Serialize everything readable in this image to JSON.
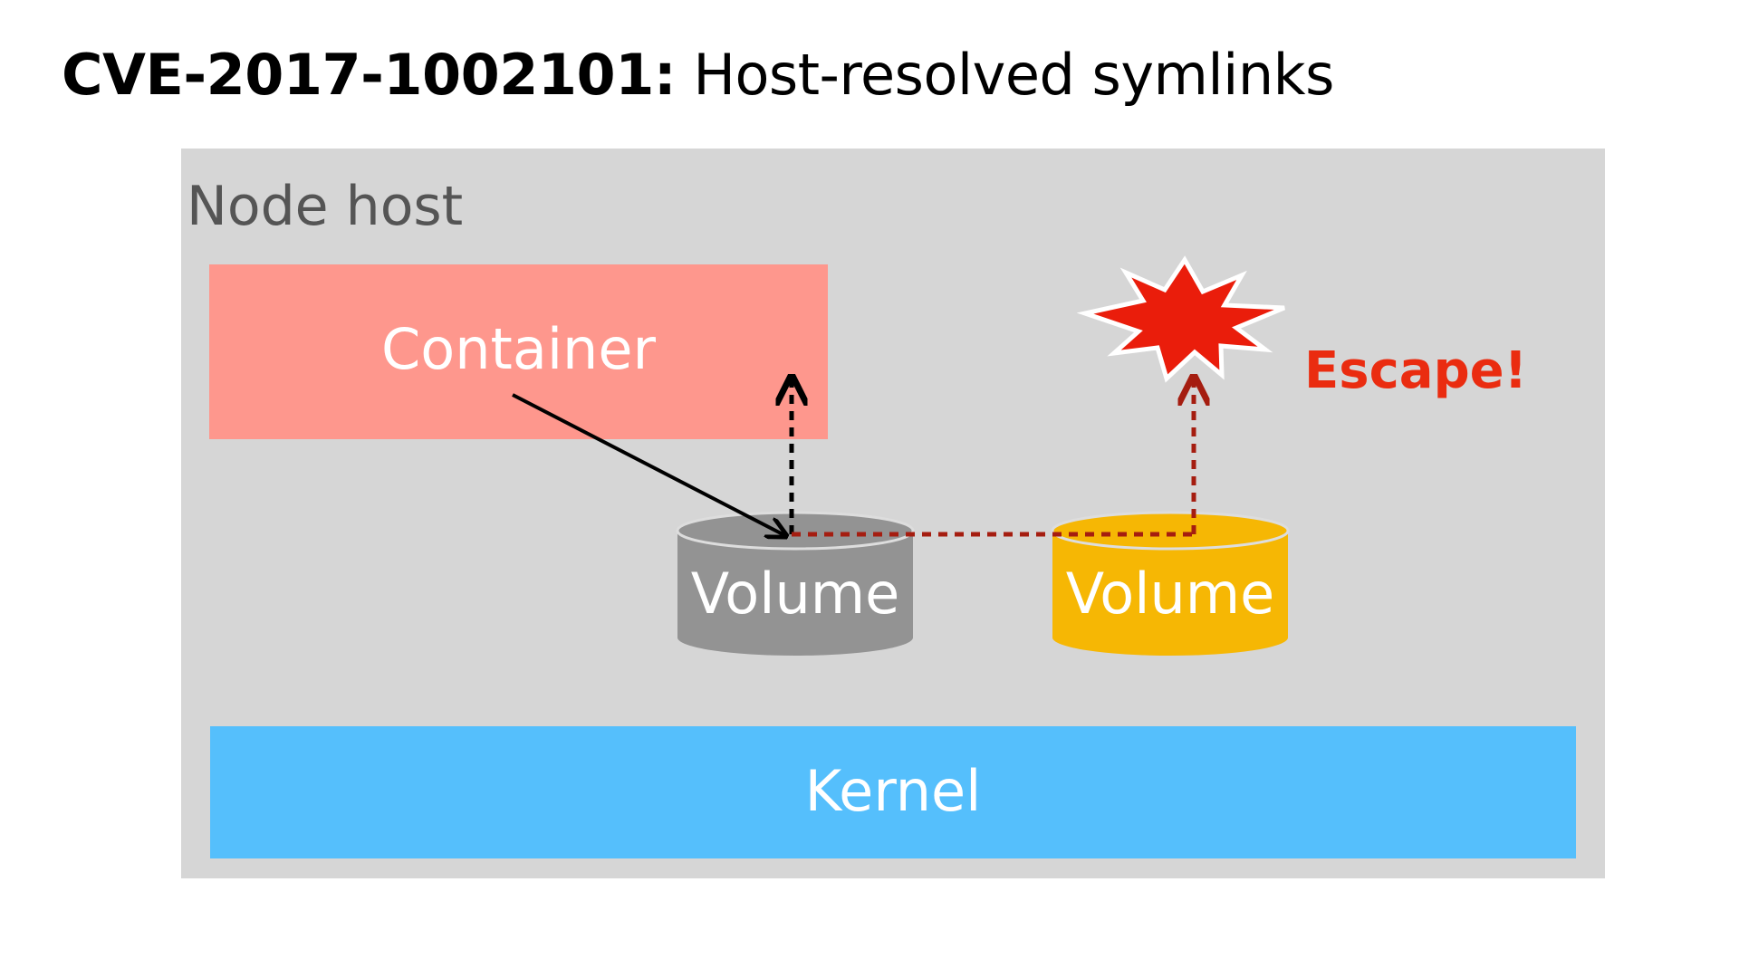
{
  "title": {
    "cve_id": "CVE-2017-1002101:",
    "description": "Host-resolved symlinks"
  },
  "diagram": {
    "host_label": "Node host",
    "container_label": "Container",
    "kernel_label": "Kernel",
    "volume_left_label": "Volume",
    "volume_right_label": "Volume",
    "escape_label": "Escape!",
    "colors": {
      "host_bg": "#d6d6d6",
      "container": "#fe978d",
      "kernel": "#55bffc",
      "volume_left": "#939393",
      "volume_right": "#f6b704",
      "escape_red": "#ea2c10",
      "escape_arrow": "#a51d10"
    },
    "icons": [
      "explosion-icon"
    ]
  }
}
